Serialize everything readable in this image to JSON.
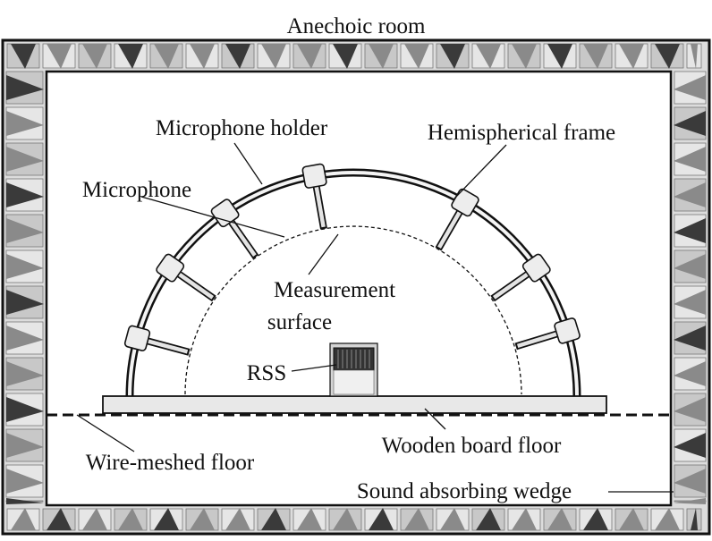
{
  "labels": {
    "room": "Anechoic room",
    "holder": "Microphone holder",
    "frame": "Hemispherical frame",
    "microphone": "Microphone",
    "surface_line1": "Measurement",
    "surface_line2": "surface",
    "rss": "RSS",
    "wooden_floor": "Wooden board floor",
    "wire_floor": "Wire-meshed floor",
    "wedge": "Sound absorbing wedge"
  },
  "colors": {
    "line": "#111111",
    "wall_light": "#e6e6e6",
    "wall_mid": "#c8c8c8",
    "wall_dark": "#3a3a3a",
    "board": "#e8e8e8",
    "frame_fill": "#f2f2f2",
    "holder_fill": "#ededed",
    "speaker_box": "#d4d4d4",
    "speaker_grille": "#333333"
  }
}
